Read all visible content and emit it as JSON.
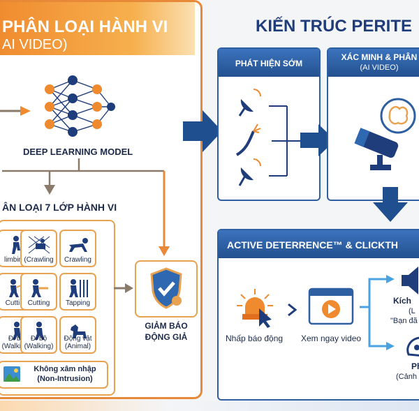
{
  "left": {
    "title": "PHÂN LOẠI HÀNH VI",
    "subtitle": "AI VIDEO)",
    "model_label": "DEEP LEARNING MODEL",
    "classes_title": "ÂN LOẠI 7 LỚP HÀNH VI",
    "tiles": [
      {
        "label": "limbing)",
        "icon": "climbing-person-icon"
      },
      {
        "label": "(Crawling",
        "icon": "fence-crawling-icon"
      },
      {
        "label": "Crawling",
        "icon": "crawling-person-icon"
      },
      {
        "label": "Cutting",
        "icon": "cutting-person-icon"
      },
      {
        "label": "Cutting",
        "icon": "cutting-tool-person-icon"
      },
      {
        "label": "Tapping",
        "icon": "tapping-fence-icon"
      },
      {
        "label": "Đi bộ\n(Walking)",
        "icon": "walking-person-icon"
      },
      {
        "label": "Đi bộ\n(Walking)",
        "icon": "walking-person-icon"
      },
      {
        "label": "Động vật\n(Animal)",
        "icon": "dog-icon"
      }
    ],
    "non_intrusion": "Không xâm nhập\n(Non-Intrusion)",
    "false_alarm": "GIẢM BÁO\nĐỘNG GIẢ"
  },
  "right": {
    "title": "KIẾN TRÚC PERITE",
    "early_detect": "PHÁT HIỆN SỚM",
    "verify_title": "XÁC MINH & PHÂN",
    "verify_sub": "(AI VIDEO)",
    "active_title": "ACTIVE DETERRENCE™ & CLICKTH",
    "click_alarm": "Nhấp báo động",
    "view_video": "Xem ngay video",
    "act_1": "Kích",
    "act_1b": "(L",
    "act_1c": "\"Bạn đã",
    "act_2": "Ph",
    "act_2b": "(Cảnh"
  },
  "colors": {
    "orange": "#e8893a",
    "navy": "#1b2a4a",
    "blue": "#2e5fa0"
  }
}
